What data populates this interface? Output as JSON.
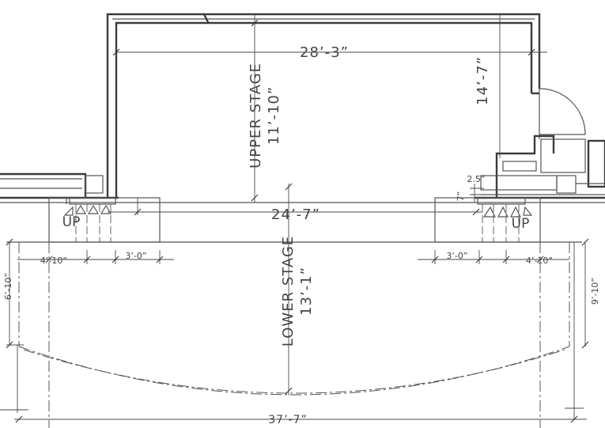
{
  "plan": {
    "upper_stage": {
      "name": "UPPER STAGE",
      "depth": "11’-10”",
      "width": "28’-3”",
      "side_depth": "14’-7”"
    },
    "lower_stage": {
      "name": "LOWER STAGE",
      "depth": "13’-1”",
      "width": "24’-7”",
      "overall_width": "37’-7”"
    },
    "stairs": {
      "left_label": "UP",
      "right_label": "UP"
    },
    "dimensions": {
      "left_offset": "4’-10”",
      "left_stair": "3’-0”",
      "right_stair": "3’-0”",
      "right_offset": "4’-10”",
      "left_side": "6’-10”",
      "right_side": "9’-10”",
      "step_a": "2.5”",
      "step_b": "7”"
    }
  }
}
